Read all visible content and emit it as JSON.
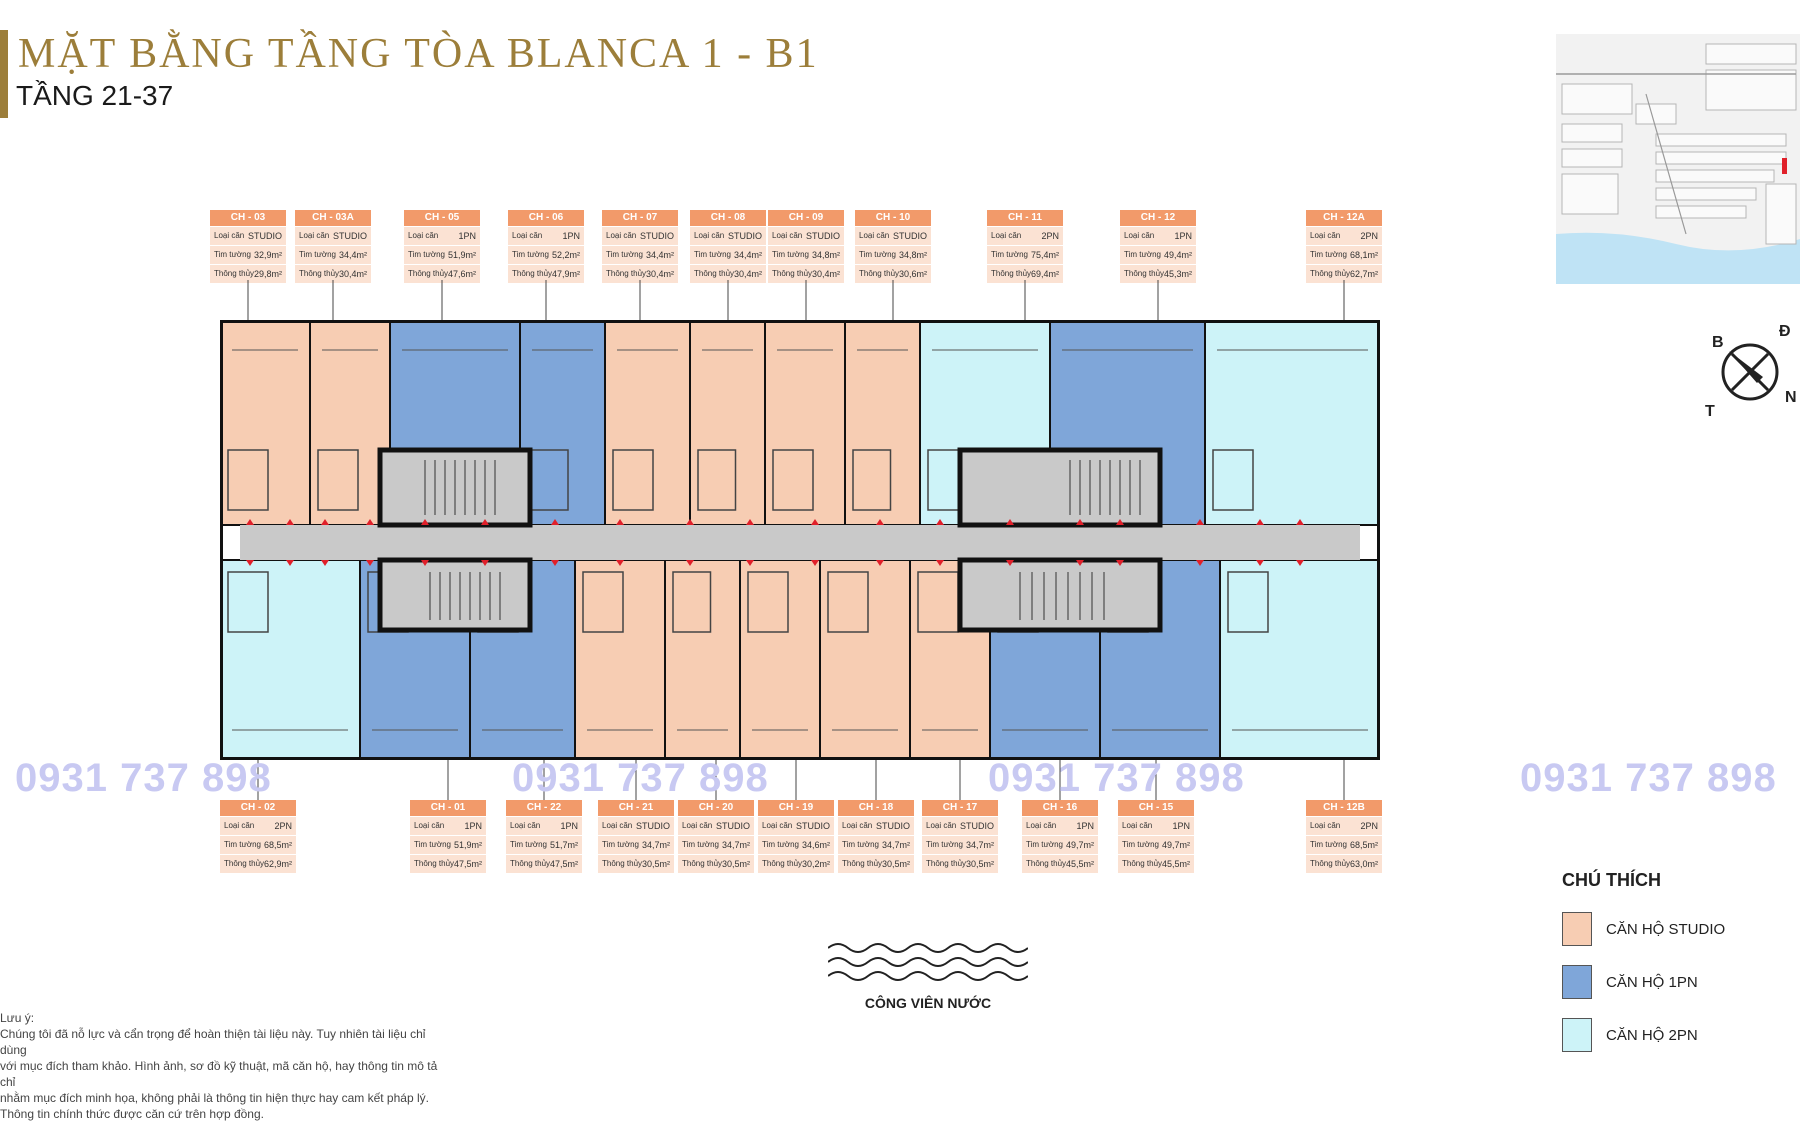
{
  "header": {
    "title": "MẶT BẰNG TẦNG TÒA BLANCA 1 - B1",
    "subtitle": "TẦNG 21-37"
  },
  "row_labels": {
    "type": "Loại căn",
    "gross": "Tim tường",
    "net": "Thông thủy"
  },
  "units_top": [
    {
      "id": "CH - 03",
      "type": "STUDIO",
      "gross": "32,9m²",
      "net": "29,8m²"
    },
    {
      "id": "CH - 03A",
      "type": "STUDIO",
      "gross": "34,4m²",
      "net": "30,4m²"
    },
    {
      "id": "CH - 05",
      "type": "1PN",
      "gross": "51,9m²",
      "net": "47,6m²"
    },
    {
      "id": "CH - 06",
      "type": "1PN",
      "gross": "52,2m²",
      "net": "47,9m²"
    },
    {
      "id": "CH - 07",
      "type": "STUDIO",
      "gross": "34,4m²",
      "net": "30,4m²"
    },
    {
      "id": "CH - 08",
      "type": "STUDIO",
      "gross": "34,4m²",
      "net": "30,4m²"
    },
    {
      "id": "CH - 09",
      "type": "STUDIO",
      "gross": "34,8m²",
      "net": "30,4m²"
    },
    {
      "id": "CH - 10",
      "type": "STUDIO",
      "gross": "34,8m²",
      "net": "30,6m²"
    },
    {
      "id": "CH - 11",
      "type": "2PN",
      "gross": "75,4m²",
      "net": "69,4m²"
    },
    {
      "id": "CH - 12",
      "type": "1PN",
      "gross": "49,4m²",
      "net": "45,3m²"
    },
    {
      "id": "CH - 12A",
      "type": "2PN",
      "gross": "68,1m²",
      "net": "62,7m²"
    }
  ],
  "units_bottom": [
    {
      "id": "CH - 02",
      "type": "2PN",
      "gross": "68,5m²",
      "net": "62,9m²"
    },
    {
      "id": "CH - 01",
      "type": "1PN",
      "gross": "51,9m²",
      "net": "47,5m²"
    },
    {
      "id": "CH - 22",
      "type": "1PN",
      "gross": "51,7m²",
      "net": "47,5m²"
    },
    {
      "id": "CH - 21",
      "type": "STUDIO",
      "gross": "34,7m²",
      "net": "30,5m²"
    },
    {
      "id": "CH - 20",
      "type": "STUDIO",
      "gross": "34,7m²",
      "net": "30,5m²"
    },
    {
      "id": "CH - 19",
      "type": "STUDIO",
      "gross": "34,6m²",
      "net": "30,2m²"
    },
    {
      "id": "CH - 18",
      "type": "STUDIO",
      "gross": "34,7m²",
      "net": "30,5m²"
    },
    {
      "id": "CH - 17",
      "type": "STUDIO",
      "gross": "34,7m²",
      "net": "30,5m²"
    },
    {
      "id": "CH - 16",
      "type": "1PN",
      "gross": "49,7m²",
      "net": "45,5m²"
    },
    {
      "id": "CH - 15",
      "type": "1PN",
      "gross": "49,7m²",
      "net": "45,5m²"
    },
    {
      "id": "CH - 12B",
      "type": "2PN",
      "gross": "68,5m²",
      "net": "63,0m²"
    }
  ],
  "plan_top": [
    "studio",
    "studio",
    "1pn",
    "1pn",
    "studio",
    "studio",
    "studio",
    "studio",
    "2pn",
    "1pn",
    "2pn"
  ],
  "plan_bottom": [
    "2pn",
    "1pn",
    "1pn",
    "studio",
    "studio",
    "studio",
    "studio",
    "studio",
    "1pn",
    "1pn",
    "2pn"
  ],
  "colors": {
    "studio": "#f7cdb3",
    "1pn": "#7fa6d9",
    "2pn": "#cdf3f8",
    "corridor": "#c9c9c9",
    "wall": "#111111",
    "accent": "#9c7e3a"
  },
  "watermark": "0931 737 898",
  "compass": {
    "b": "B",
    "d": "Đ",
    "t": "T",
    "n": "N"
  },
  "legend": {
    "title": "CHÚ THÍCH",
    "items": [
      {
        "label": "CĂN HỘ STUDIO",
        "color": "#f7cdb3"
      },
      {
        "label": "CĂN HỘ 1PN",
        "color": "#7fa6d9"
      },
      {
        "label": "CĂN HỘ 2PN",
        "color": "#cdf3f8"
      }
    ]
  },
  "park_label": "CÔNG VIÊN NƯỚC",
  "note": {
    "lines": [
      "Lưu ý:",
      "Chúng tôi đã nỗ lực và cẩn trọng để hoàn thiện tài liệu này. Tuy nhiên tài liệu chỉ dùng",
      "với mục đích tham khảo. Hình ảnh, sơ đồ kỹ thuật, mã căn hộ, hay thông tin mô tả chỉ",
      "nhằm mục đích minh họa, không phải là thông tin hiện thực hay cam kết pháp lý.",
      "Thông tin chính thức được căn cứ trên hợp đồng."
    ]
  }
}
